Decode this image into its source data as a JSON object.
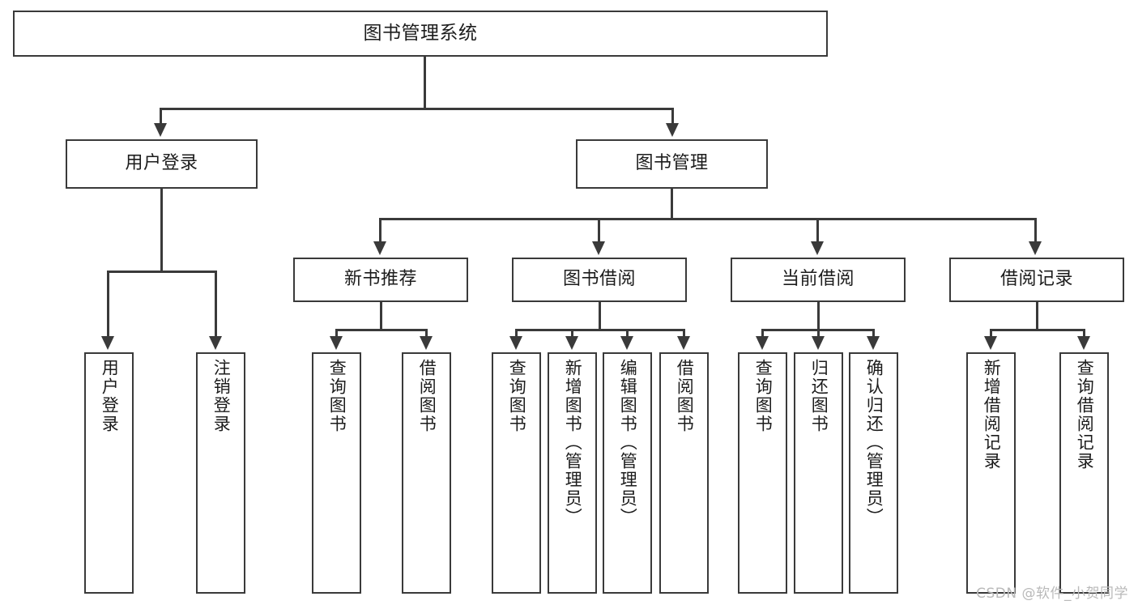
{
  "diagram": {
    "title": "图书管理系统",
    "type": "tree",
    "watermark": "CSDN @软件_小贺同学",
    "colors": {
      "stroke": "#3a3a3a",
      "fill": "#ffffff",
      "text": "#1c1c1c",
      "watermark": "#b9b9b9"
    },
    "levels": {
      "level1": [
        {
          "id": "root",
          "label": "图书管理系统"
        }
      ],
      "level2": [
        {
          "id": "user-login",
          "label": "用户登录"
        },
        {
          "id": "book-manage",
          "label": "图书管理"
        }
      ],
      "level3": [
        {
          "id": "new-book-rec",
          "label": "新书推荐",
          "parent": "book-manage"
        },
        {
          "id": "book-borrow",
          "label": "图书借阅",
          "parent": "book-manage"
        },
        {
          "id": "current-borrow",
          "label": "当前借阅",
          "parent": "book-manage"
        },
        {
          "id": "borrow-record",
          "label": "借阅记录",
          "parent": "book-manage"
        }
      ],
      "leaves": [
        {
          "id": "leaf-user-login",
          "label": "用户登录",
          "parent": "user-login"
        },
        {
          "id": "leaf-logout",
          "label": "注销登录",
          "parent": "user-login"
        },
        {
          "id": "leaf-query-book-1",
          "label": "查询图书",
          "parent": "new-book-rec"
        },
        {
          "id": "leaf-borrow-book-1",
          "label": "借阅图书",
          "parent": "new-book-rec"
        },
        {
          "id": "leaf-query-book-2",
          "label": "查询图书",
          "parent": "book-borrow"
        },
        {
          "id": "leaf-add-book",
          "label": "新增图书（管理员）",
          "parent": "book-borrow"
        },
        {
          "id": "leaf-edit-book",
          "label": "编辑图书（管理员）",
          "parent": "book-borrow"
        },
        {
          "id": "leaf-borrow-book-2",
          "label": "借阅图书",
          "parent": "book-borrow"
        },
        {
          "id": "leaf-query-book-3",
          "label": "查询图书",
          "parent": "current-borrow"
        },
        {
          "id": "leaf-return-book",
          "label": "归还图书",
          "parent": "current-borrow"
        },
        {
          "id": "leaf-confirm-return",
          "label": "确认归还（管理员）",
          "parent": "current-borrow"
        },
        {
          "id": "leaf-add-record",
          "label": "新增借阅记录",
          "parent": "borrow-record"
        },
        {
          "id": "leaf-query-record",
          "label": "查询借阅记录",
          "parent": "borrow-record"
        }
      ]
    }
  }
}
